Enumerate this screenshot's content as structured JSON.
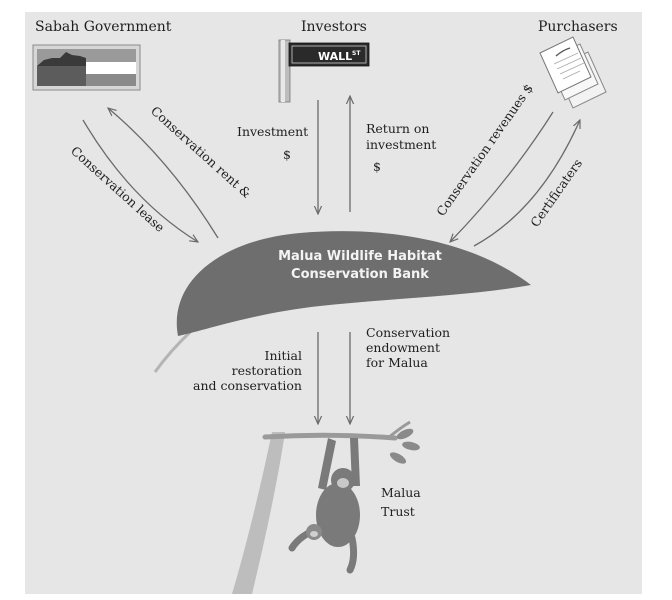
{
  "nodes": {
    "government": {
      "label": "Sabah Government"
    },
    "investors": {
      "label": "Investors",
      "sign_text": "WALL",
      "sign_superscript": "ST"
    },
    "purchasers": {
      "label": "Purchasers"
    },
    "bank": {
      "line1": "Malua Wildlife Habitat",
      "line2": "Conservation Bank"
    },
    "trust": {
      "line1": "Malua",
      "line2": "Trust"
    }
  },
  "flows": {
    "lease": "Conservation lease",
    "rent": "Conservation rent &",
    "investment": {
      "line1": "Investment",
      "line2": "$"
    },
    "return": {
      "line1": "Return on",
      "line2": "investment",
      "line3": "$"
    },
    "revenues": "Conservation revenues $",
    "certificates": "Certificaters",
    "restoration": {
      "line1": "Initial",
      "line2": "restoration",
      "line3": "and conservation"
    },
    "endowment": {
      "line1": "Conservation",
      "line2": "endowment",
      "line3": "for Malua"
    }
  },
  "colors": {
    "panel": "#e6e6e6",
    "leaf": "#6e6e6e",
    "arrow": "#6a6a6a",
    "branch": "#b4b4b4",
    "orangutan": "#7a7a7a"
  }
}
